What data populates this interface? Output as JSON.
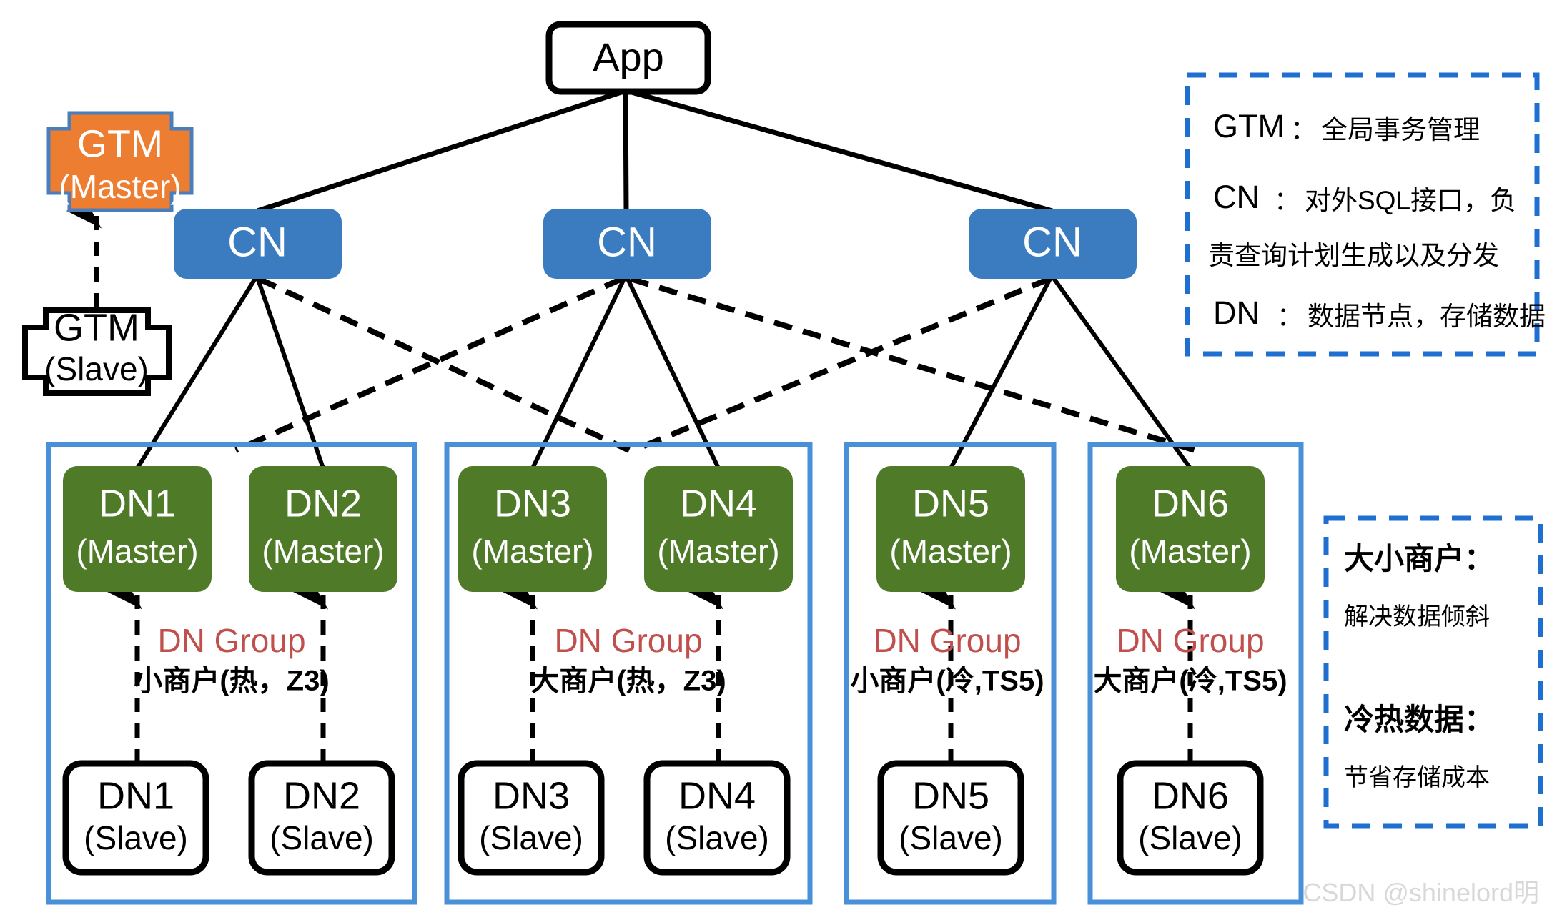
{
  "colors": {
    "cn_fill": "#3a7cbf",
    "dn_master_fill": "#4f7a28",
    "gtm_master_fill": "#ed7d31",
    "gtm_master_stroke": "#4a7ebb",
    "group_border": "#4a90d9",
    "legend_border": "#1f6fd0",
    "dn_group_text": "#c0504d",
    "node_stroke": "#000000",
    "watermark": "#d8d8d8"
  },
  "nodes": {
    "app": {
      "label": "App"
    },
    "gtm_master": {
      "label": "GTM",
      "sub": "(Master)"
    },
    "gtm_slave": {
      "label": "GTM",
      "sub": "(Slave)"
    },
    "cn": [
      {
        "label": "CN"
      },
      {
        "label": "CN"
      },
      {
        "label": "CN"
      }
    ]
  },
  "dn_groups": [
    {
      "group_label": "DN Group",
      "group_desc": "小商户(热，Z3)",
      "members": [
        {
          "master_label": "DN1",
          "master_sub": "(Master)",
          "slave_label": "DN1",
          "slave_sub": "(Slave)"
        },
        {
          "master_label": "DN2",
          "master_sub": "(Master)",
          "slave_label": "DN2",
          "slave_sub": "(Slave)"
        }
      ]
    },
    {
      "group_label": "DN Group",
      "group_desc": "大商户(热，Z3)",
      "members": [
        {
          "master_label": "DN3",
          "master_sub": "(Master)",
          "slave_label": "DN3",
          "slave_sub": "(Slave)"
        },
        {
          "master_label": "DN4",
          "master_sub": "(Master)",
          "slave_label": "DN4",
          "slave_sub": "(Slave)"
        }
      ]
    },
    {
      "group_label": "DN Group",
      "group_desc": "小商户(冷,TS5)",
      "members": [
        {
          "master_label": "DN5",
          "master_sub": "(Master)",
          "slave_label": "DN5",
          "slave_sub": "(Slave)"
        }
      ]
    },
    {
      "group_label": "DN Group",
      "group_desc": "大商户(冷,TS5)",
      "members": [
        {
          "master_label": "DN6",
          "master_sub": "(Master)",
          "slave_label": "DN6",
          "slave_sub": "(Slave)"
        }
      ]
    }
  ],
  "legend_top": {
    "rows": [
      {
        "key": "GTM",
        "sep": "：",
        "value": "全局事务管理"
      },
      {
        "key": "CN",
        "sep": "：",
        "value": "对外SQL接口，负"
      },
      {
        "key": "",
        "sep": "",
        "value": "责查询计划生成以及分发"
      },
      {
        "key": "DN",
        "sep": "：",
        "value": "数据节点，存储数据"
      }
    ]
  },
  "legend_bottom": {
    "items": [
      {
        "title": "大小商户：",
        "body": "解决数据倾斜"
      },
      {
        "title": "冷热数据：",
        "body": "节省存储成本"
      }
    ]
  },
  "watermark": {
    "text": "CSDN @shinelord明"
  }
}
